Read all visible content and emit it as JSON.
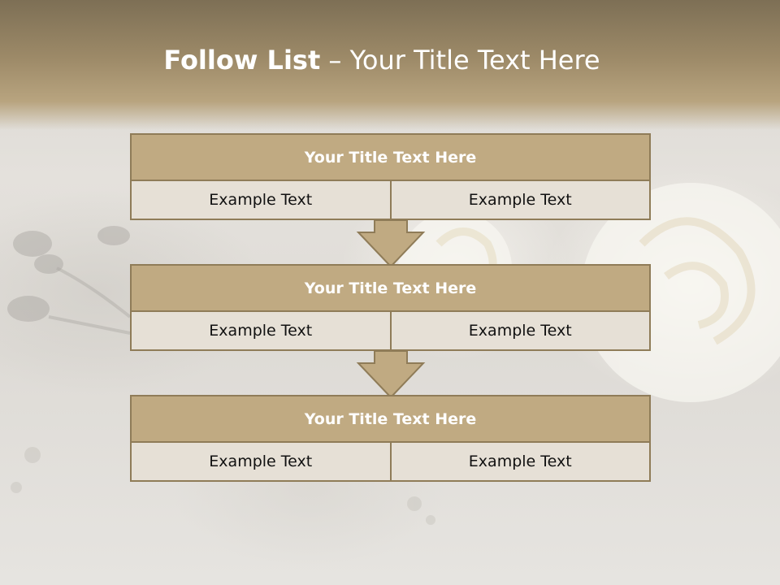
{
  "title": {
    "bold": "Follow List",
    "rest": " – Your Title Text Here"
  },
  "colors": {
    "header": "#9d8a68",
    "block_title": "#c0aa82",
    "block_body": "#e6e0d6",
    "border": "#8f7c58"
  },
  "blocks": [
    {
      "title": "Your Title Text Here",
      "left": "Example Text",
      "right": "Example Text"
    },
    {
      "title": "Your Title Text Here",
      "left": "Example Text",
      "right": "Example Text"
    },
    {
      "title": "Your Title Text Here",
      "left": "Example Text",
      "right": "Example Text"
    }
  ]
}
